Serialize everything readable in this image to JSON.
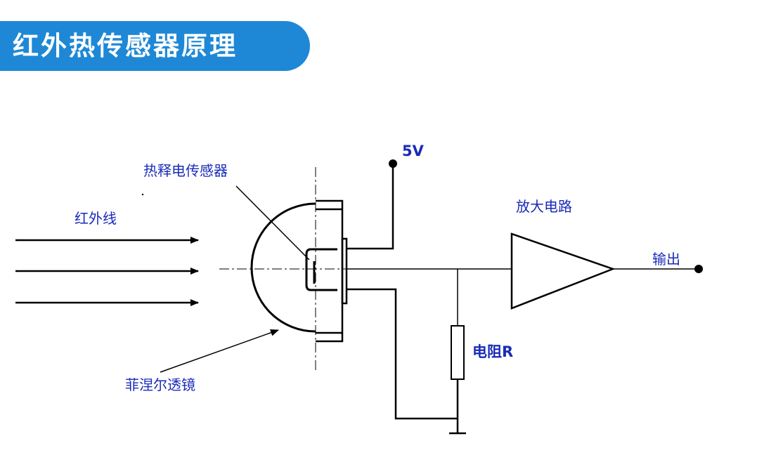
{
  "header": {
    "title": "红外热传感器原理"
  },
  "labels": {
    "sensor": "热释电传感器",
    "infrared": "红外线",
    "lens": "菲涅尔透镜",
    "voltage": "5V",
    "amplifier": "放大电路",
    "output": "输出",
    "resistor": "电阻R"
  },
  "colors": {
    "banner": "#1e88d6",
    "label": "#1a2bb8",
    "line": "#000000"
  }
}
